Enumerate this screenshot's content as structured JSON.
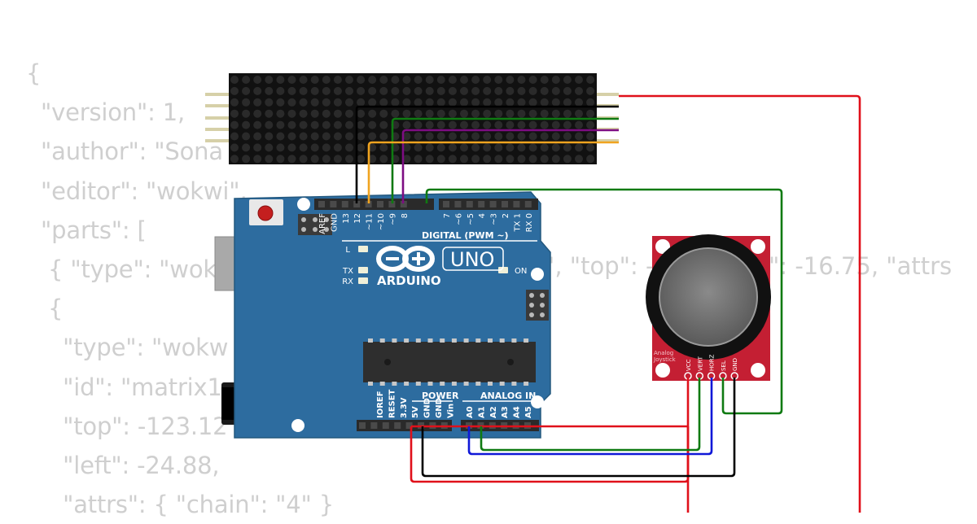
{
  "code_lines": [
    "{",
    "  \"version\": 1,",
    "  \"author\": \"Sona",
    "  \"editor\": \"wokwi\",",
    "  \"parts\": [",
    "   { \"type\": \"wok",
    "   {",
    "     \"type\": \"wokw",
    "     \"id\": \"matrix1",
    "     \"top\": -123.12",
    "     \"left\": -24.88,",
    "     \"attrs\": { \"chain\": \"4\" }"
  ],
  "code_fragment": "\", \"top\": -",
  "code_fragment_2": "\": -16.75, \"attrs",
  "arduino": {
    "brand": "ARDUINO",
    "model": "UNO",
    "digital_header": "DIGITAL (PWM ~)",
    "power_header": "POWER",
    "analog_header": "ANALOG IN",
    "led_l": "L",
    "led_tx": "TX",
    "led_rx": "RX",
    "led_on": "ON",
    "digital_pins": [
      "AREF",
      "GND",
      "13",
      "12",
      "~11",
      "~10",
      "~9",
      "8",
      "7",
      "~6",
      "~5",
      "4",
      "~3",
      "2",
      "TX 1",
      "RX 0"
    ],
    "power_pins": [
      "IOREF",
      "RESET",
      "3.3V",
      "5V",
      "GND",
      "GND",
      "Vin"
    ],
    "analog_pins": [
      "A0",
      "A1",
      "A2",
      "A3",
      "A4",
      "A5"
    ]
  },
  "joystick": {
    "title_line1": "Analog",
    "title_line2": "Joystick",
    "pins": [
      "VCC",
      "VERT",
      "HORZ",
      "SEL",
      "GND"
    ]
  },
  "matrix": {
    "rows": 8,
    "cols": 32
  },
  "colors": {
    "board": "#2b6aa0",
    "joystick_board": "#c41f33",
    "wire_red": "#e0101a",
    "wire_black": "#000000",
    "wire_green": "#0f7a12",
    "wire_purple": "#7d0d82",
    "wire_orange": "#f0a420",
    "wire_blue": "#1018d8"
  }
}
